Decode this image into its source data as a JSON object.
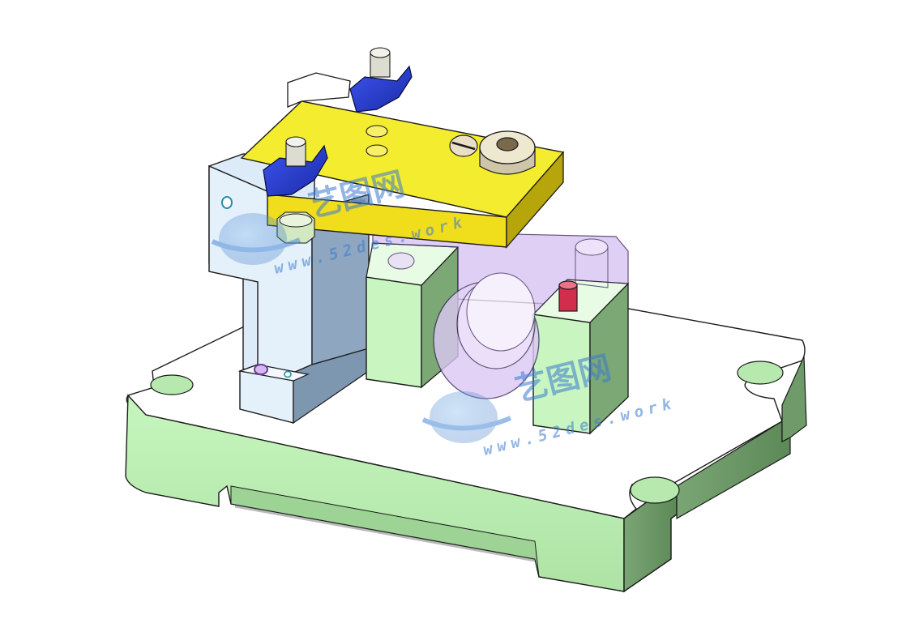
{
  "scene": {
    "background": "#ffffff",
    "parts": [
      {
        "name": "base-plate",
        "color": "#c8f5c0"
      },
      {
        "name": "vertical-support-block",
        "color": "#e2eef8"
      },
      {
        "name": "top-clamp-plate",
        "color": "#f4ec2e"
      },
      {
        "name": "v-block-left",
        "color": "#c8f5c0"
      },
      {
        "name": "v-block-right",
        "color": "#c8f5c0"
      },
      {
        "name": "workpiece",
        "color": "#d8c0f0"
      },
      {
        "name": "wing-nut-left",
        "color": "#2a3fd0"
      },
      {
        "name": "wing-nut-right",
        "color": "#2a3fd0"
      },
      {
        "name": "locating-pin",
        "color": "#d0304a"
      },
      {
        "name": "adjusting-washer",
        "color": "#e8e0c8"
      }
    ]
  },
  "watermarks": [
    {
      "logo_text": "艺图网",
      "url_text": "www.52des.work"
    },
    {
      "logo_text": "艺图网",
      "url_text": "www.52des.work"
    }
  ]
}
